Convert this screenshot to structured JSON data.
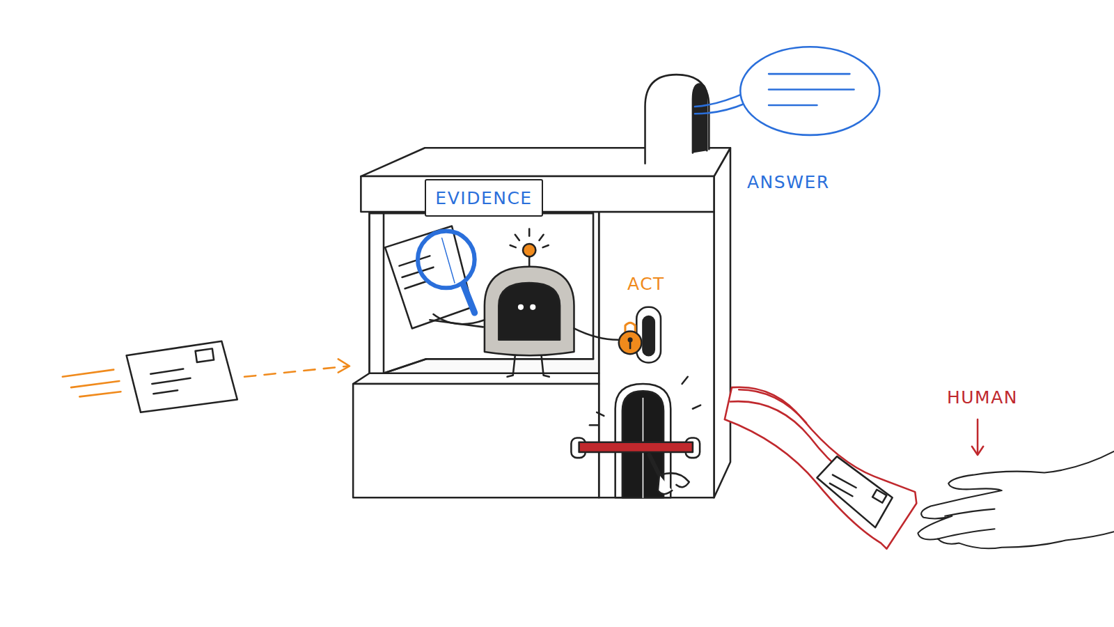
{
  "diagram": {
    "nodes": [
      {
        "text": [
          "EVIDENCE"
        ]
      }
    ],
    "labels": [
      "ANSWER",
      "ACT",
      "HUMAN"
    ]
  }
}
